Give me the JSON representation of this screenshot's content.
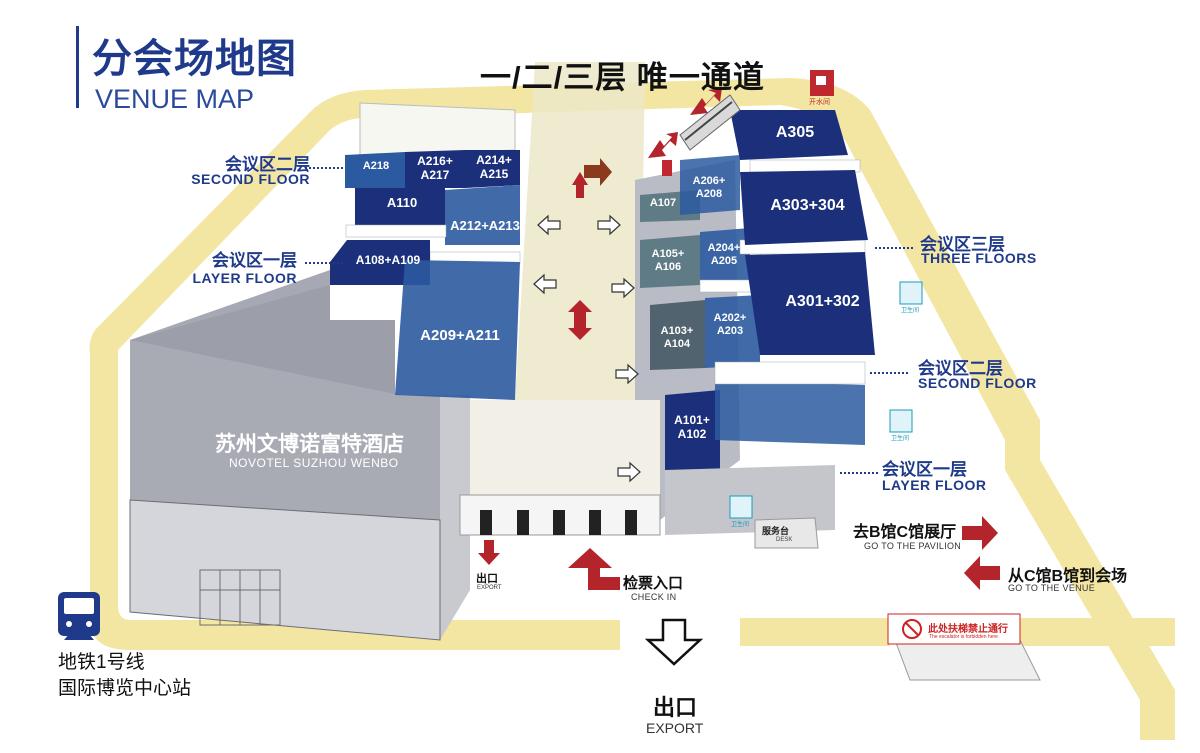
{
  "header": {
    "title_cn": "分会场地图",
    "title_en": "VENUE MAP"
  },
  "corridor_title": "一/二/三层 唯一通道",
  "left_labels": [
    {
      "cn": "会议区二层",
      "en": "SECOND FLOOR"
    },
    {
      "cn": "会议区一层",
      "en": "LAYER FLOOR"
    }
  ],
  "right_labels": [
    {
      "cn": "会议区三层",
      "en": "THREE FLOORS"
    },
    {
      "cn": "会议区二层",
      "en": "SECOND FLOOR"
    },
    {
      "cn": "会议区一层",
      "en": "LAYER FLOOR"
    }
  ],
  "rooms": {
    "A218": "A218",
    "A216_217": [
      "A216+",
      "A217"
    ],
    "A214_215": [
      "A214+",
      "A215"
    ],
    "A110": "A110",
    "A212_213": "A212+A213",
    "A108_109": "A108+A109",
    "A209_211": "A209+A211",
    "A107": "A107",
    "A206_208": [
      "A206+",
      "A208"
    ],
    "A105_106": [
      "A105+",
      "A106"
    ],
    "A204_205": [
      "A204+",
      "A205"
    ],
    "A103_104": [
      "A103+",
      "A104"
    ],
    "A202_203": [
      "A202+",
      "A203"
    ],
    "A101_102": [
      "A101+",
      "A102"
    ],
    "A305": "A305",
    "A303_304": "A303+304",
    "A301_302": "A301+302"
  },
  "hotel": {
    "cn": "苏州文博诺富特酒店",
    "en": "NOVOTEL SUZHOU WENBO"
  },
  "desk": {
    "cn": "服务台",
    "en": "DESK"
  },
  "exit_small": {
    "cn": "出口",
    "en": "EXPORT"
  },
  "checkin": {
    "cn": "检票入口",
    "en": "CHECK IN"
  },
  "exit_main": {
    "cn": "出口",
    "en": "EXPORT"
  },
  "to_pavilion": {
    "cn": "去B馆C馆展厅",
    "en": "GO TO THE PAVILION"
  },
  "to_venue": {
    "cn": "从C馆B馆到会场",
    "en": "GO TO THE VENUE"
  },
  "escalator_sign": {
    "cn": "此处扶梯禁止通行",
    "en": "The escalator is forbidden here"
  },
  "water_room": "开水间",
  "restroom": "卫生间",
  "metro": {
    "line1": "地铁1号线",
    "line2": "国际博览中心站"
  },
  "colors": {
    "navy": "#1b2f7a",
    "blue": "#2c5aa0",
    "path": "#f3e6a3",
    "hotel": "#a9abb4",
    "arrow_red": "#b3242b",
    "title": "#1f3a8a"
  }
}
